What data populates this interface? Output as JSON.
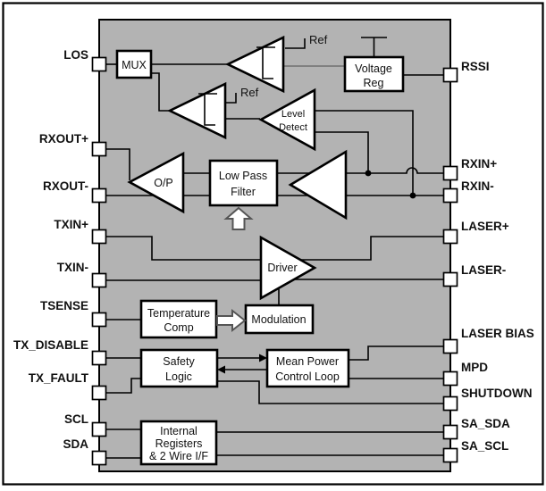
{
  "diagram": {
    "pins_left": [
      "LOS",
      "RXOUT+",
      "RXOUT-",
      "TXIN+",
      "TXIN-",
      "TSENSE",
      "TX_DISABLE",
      "TX_FAULT",
      "SCL",
      "SDA"
    ],
    "pins_right": [
      "RSSI",
      "RXIN+",
      "RXIN-",
      "LASER+",
      "LASER-",
      "LASER BIAS",
      "MPD",
      "SHUTDOWN",
      "SA_SDA",
      "SA_SCL"
    ],
    "labels": {
      "ref_top": "Ref",
      "ref_mid": "Ref"
    },
    "blocks": {
      "mux": "MUX",
      "voltage_reg": [
        "Voltage",
        "Reg"
      ],
      "level_detect": [
        "Level",
        "Detect"
      ],
      "low_pass_filter": [
        "Low Pass",
        "Filter"
      ],
      "output_buffer": "O/P",
      "driver": "Driver",
      "temperature_comp": [
        "Temperature",
        "Comp"
      ],
      "modulation": "Modulation",
      "safety_logic": [
        "Safety",
        "Logic"
      ],
      "mean_power_control_loop": [
        "Mean Power",
        "Control Loop"
      ],
      "internal_registers": [
        "Internal",
        "Registers",
        "& 2 Wire I/F"
      ]
    },
    "colors": {
      "chip_fill": "#b3b3b3",
      "block_fill": "#ffffff",
      "wire": "#000000",
      "comparator_output_wire": "#808080"
    }
  }
}
